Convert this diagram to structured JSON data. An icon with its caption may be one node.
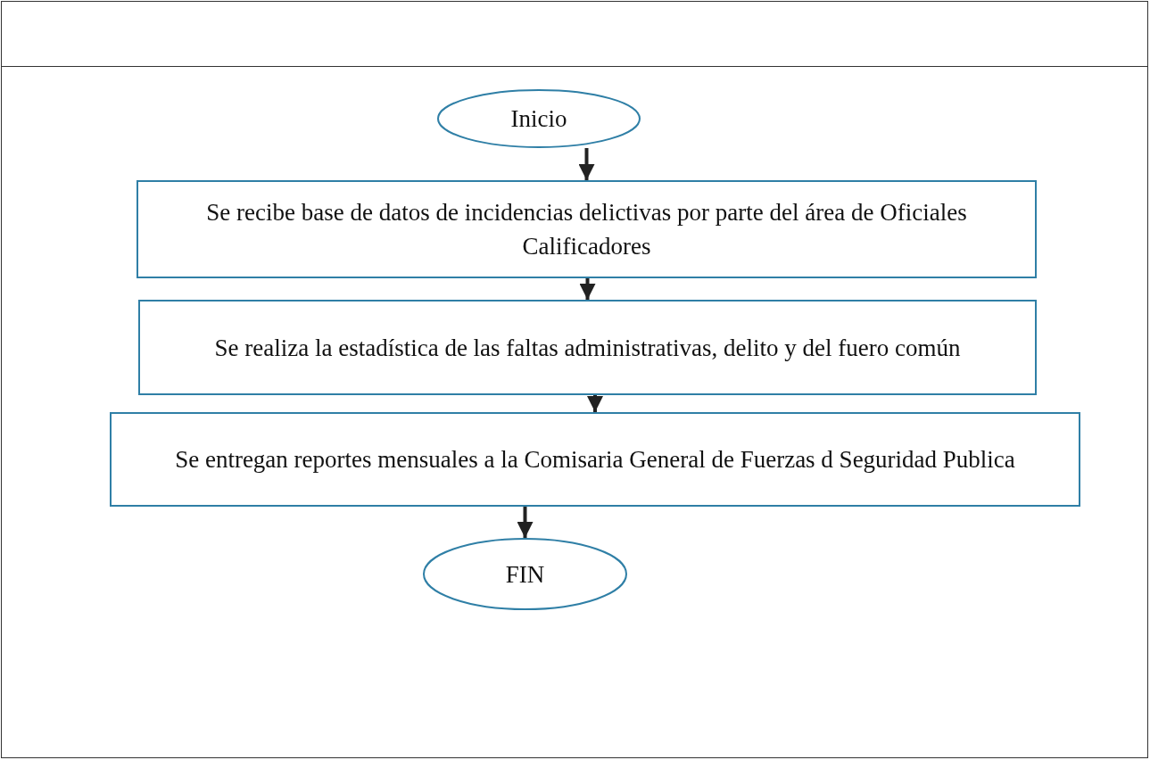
{
  "diagram": {
    "nodes": [
      {
        "text": [
          "Inicio"
        ]
      },
      {
        "text": [
          "Se recibe base de datos de incidencias delictivas por parte del área de Oficiales Calificadores"
        ]
      },
      {
        "text": [
          "Se realiza la estadística de las faltas administrativas, delito y del fuero común"
        ]
      },
      {
        "text": [
          "Se entregan reportes mensuales a la Comisaria General de Fuerzas d Seguridad Publica"
        ]
      },
      {
        "text": [
          "FIN"
        ]
      }
    ],
    "edges": [
      {
        "from": 0,
        "to": 1,
        "arrow": "to"
      },
      {
        "from": 1,
        "to": 2,
        "arrow": "to"
      },
      {
        "from": 2,
        "to": 3,
        "arrow": "to"
      },
      {
        "from": 3,
        "to": 4,
        "arrow": "to"
      }
    ]
  }
}
